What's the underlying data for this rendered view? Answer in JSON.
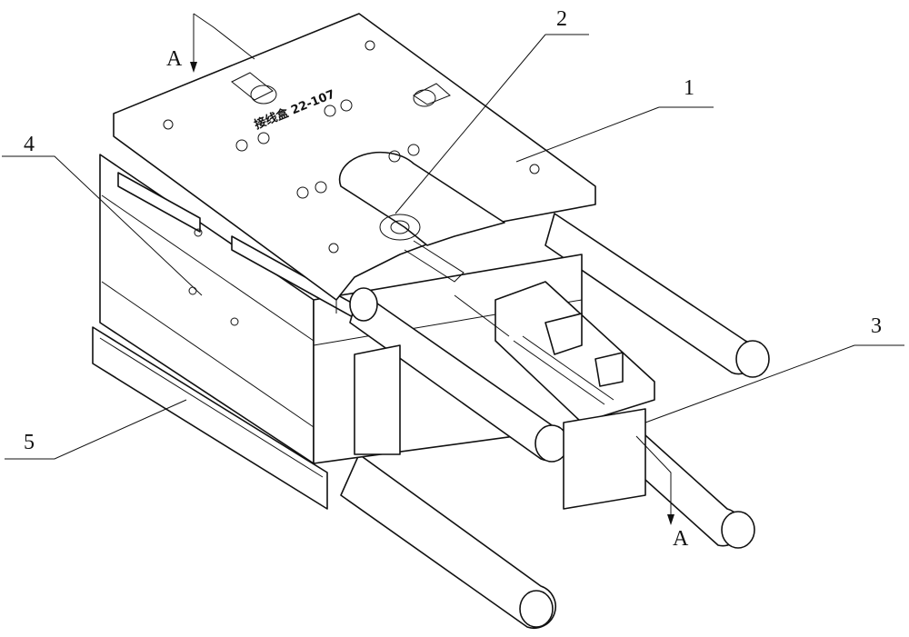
{
  "figure": {
    "plate_marking": "接线盒 22-107",
    "section_marks": [
      "A",
      "A"
    ],
    "callouts": [
      {
        "label": "1"
      },
      {
        "label": "2"
      },
      {
        "label": "3"
      },
      {
        "label": "4"
      },
      {
        "label": "5"
      }
    ]
  }
}
